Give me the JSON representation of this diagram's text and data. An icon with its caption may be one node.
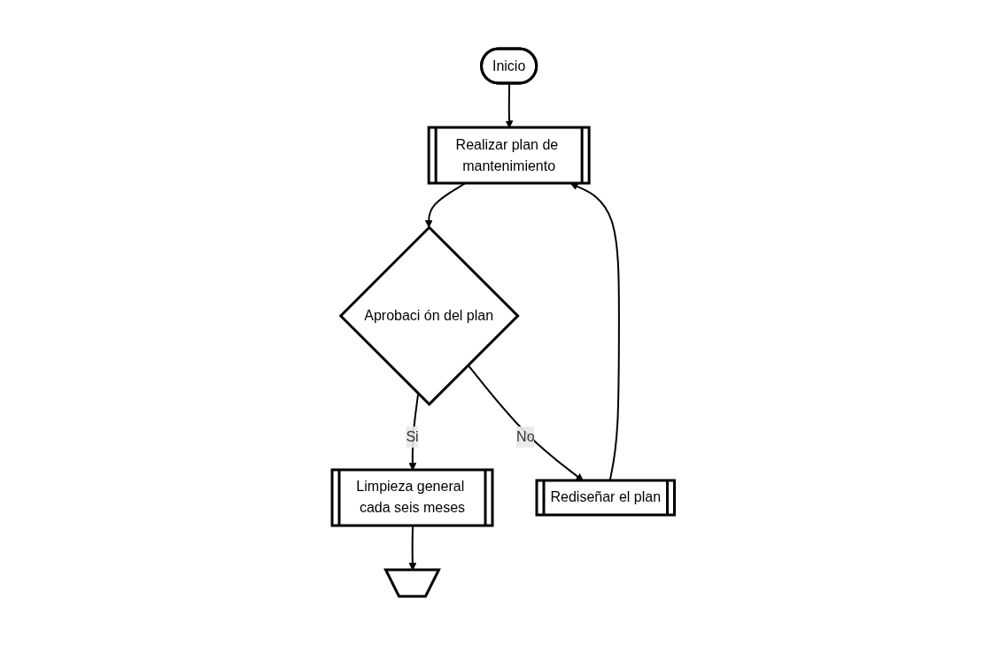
{
  "diagram": {
    "nodes": [
      {
        "text": [
          "Inicio"
        ]
      },
      {
        "text": [
          "Realizar plan de mantenimiento"
        ]
      },
      {
        "text": [
          "Aprobaci ón del plan"
        ]
      },
      {
        "text": [
          "Limpieza general cada seis meses"
        ]
      },
      {
        "text": [],
        "shape": "pentagon"
      },
      {
        "text": [
          "Rediseñar el plan"
        ]
      }
    ],
    "edges": [
      {
        "from": 0,
        "to": 1,
        "arrow": "to"
      },
      {
        "from": 1,
        "to": 2,
        "arrow": "to"
      },
      {
        "from": 2,
        "to": 3,
        "label": "Si",
        "arrow": "to"
      },
      {
        "from": 2,
        "to": 5,
        "label": "No",
        "arrow": "to"
      },
      {
        "from": 3,
        "to": 4,
        "arrow": "to"
      },
      {
        "from": 5,
        "to": 1,
        "arrow": "to"
      }
    ]
  }
}
